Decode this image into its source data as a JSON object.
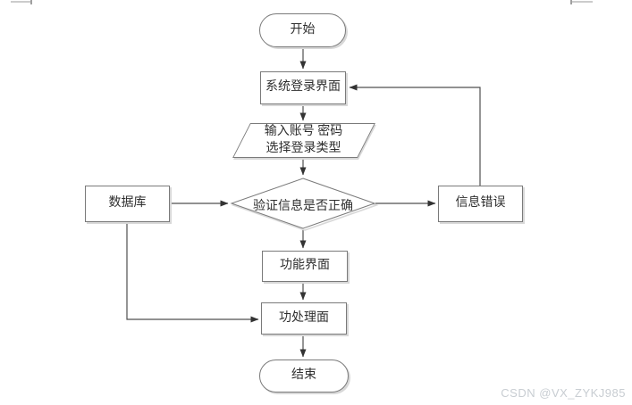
{
  "theme": {
    "bg": "#ffffff",
    "border": "#7a7a7a",
    "line": "#4f4f4f",
    "arrow": "#333333",
    "text": "#2f2f2f",
    "shadow": "#d8d8d8",
    "wm": "#c8cdd2"
  },
  "watermark": {
    "text": "CSDN @VX_ZYKJ985"
  },
  "flowchart": {
    "nodes": {
      "start": {
        "type": "terminator",
        "label": "开始"
      },
      "login": {
        "type": "process",
        "label": "系统登录界面"
      },
      "input": {
        "type": "input-output",
        "label_line1": "输入账号 密码",
        "label_line2": "选择登录类型"
      },
      "verify": {
        "type": "decision",
        "label": "验证信息是否正确"
      },
      "database": {
        "type": "process",
        "label": "数据库"
      },
      "error": {
        "type": "process",
        "label": "信息错误"
      },
      "function": {
        "type": "process",
        "label": "功能界面"
      },
      "processing": {
        "type": "process",
        "label": "功处理面"
      },
      "end": {
        "type": "terminator",
        "label": "结束"
      }
    },
    "edges": [
      {
        "from": "start",
        "to": "login"
      },
      {
        "from": "login",
        "to": "input"
      },
      {
        "from": "input",
        "to": "verify"
      },
      {
        "from": "database",
        "to": "verify"
      },
      {
        "from": "verify",
        "to": "error"
      },
      {
        "from": "error",
        "to": "login"
      },
      {
        "from": "verify",
        "to": "function"
      },
      {
        "from": "function",
        "to": "processing"
      },
      {
        "from": "database",
        "to": "processing"
      },
      {
        "from": "processing",
        "to": "end"
      }
    ]
  }
}
